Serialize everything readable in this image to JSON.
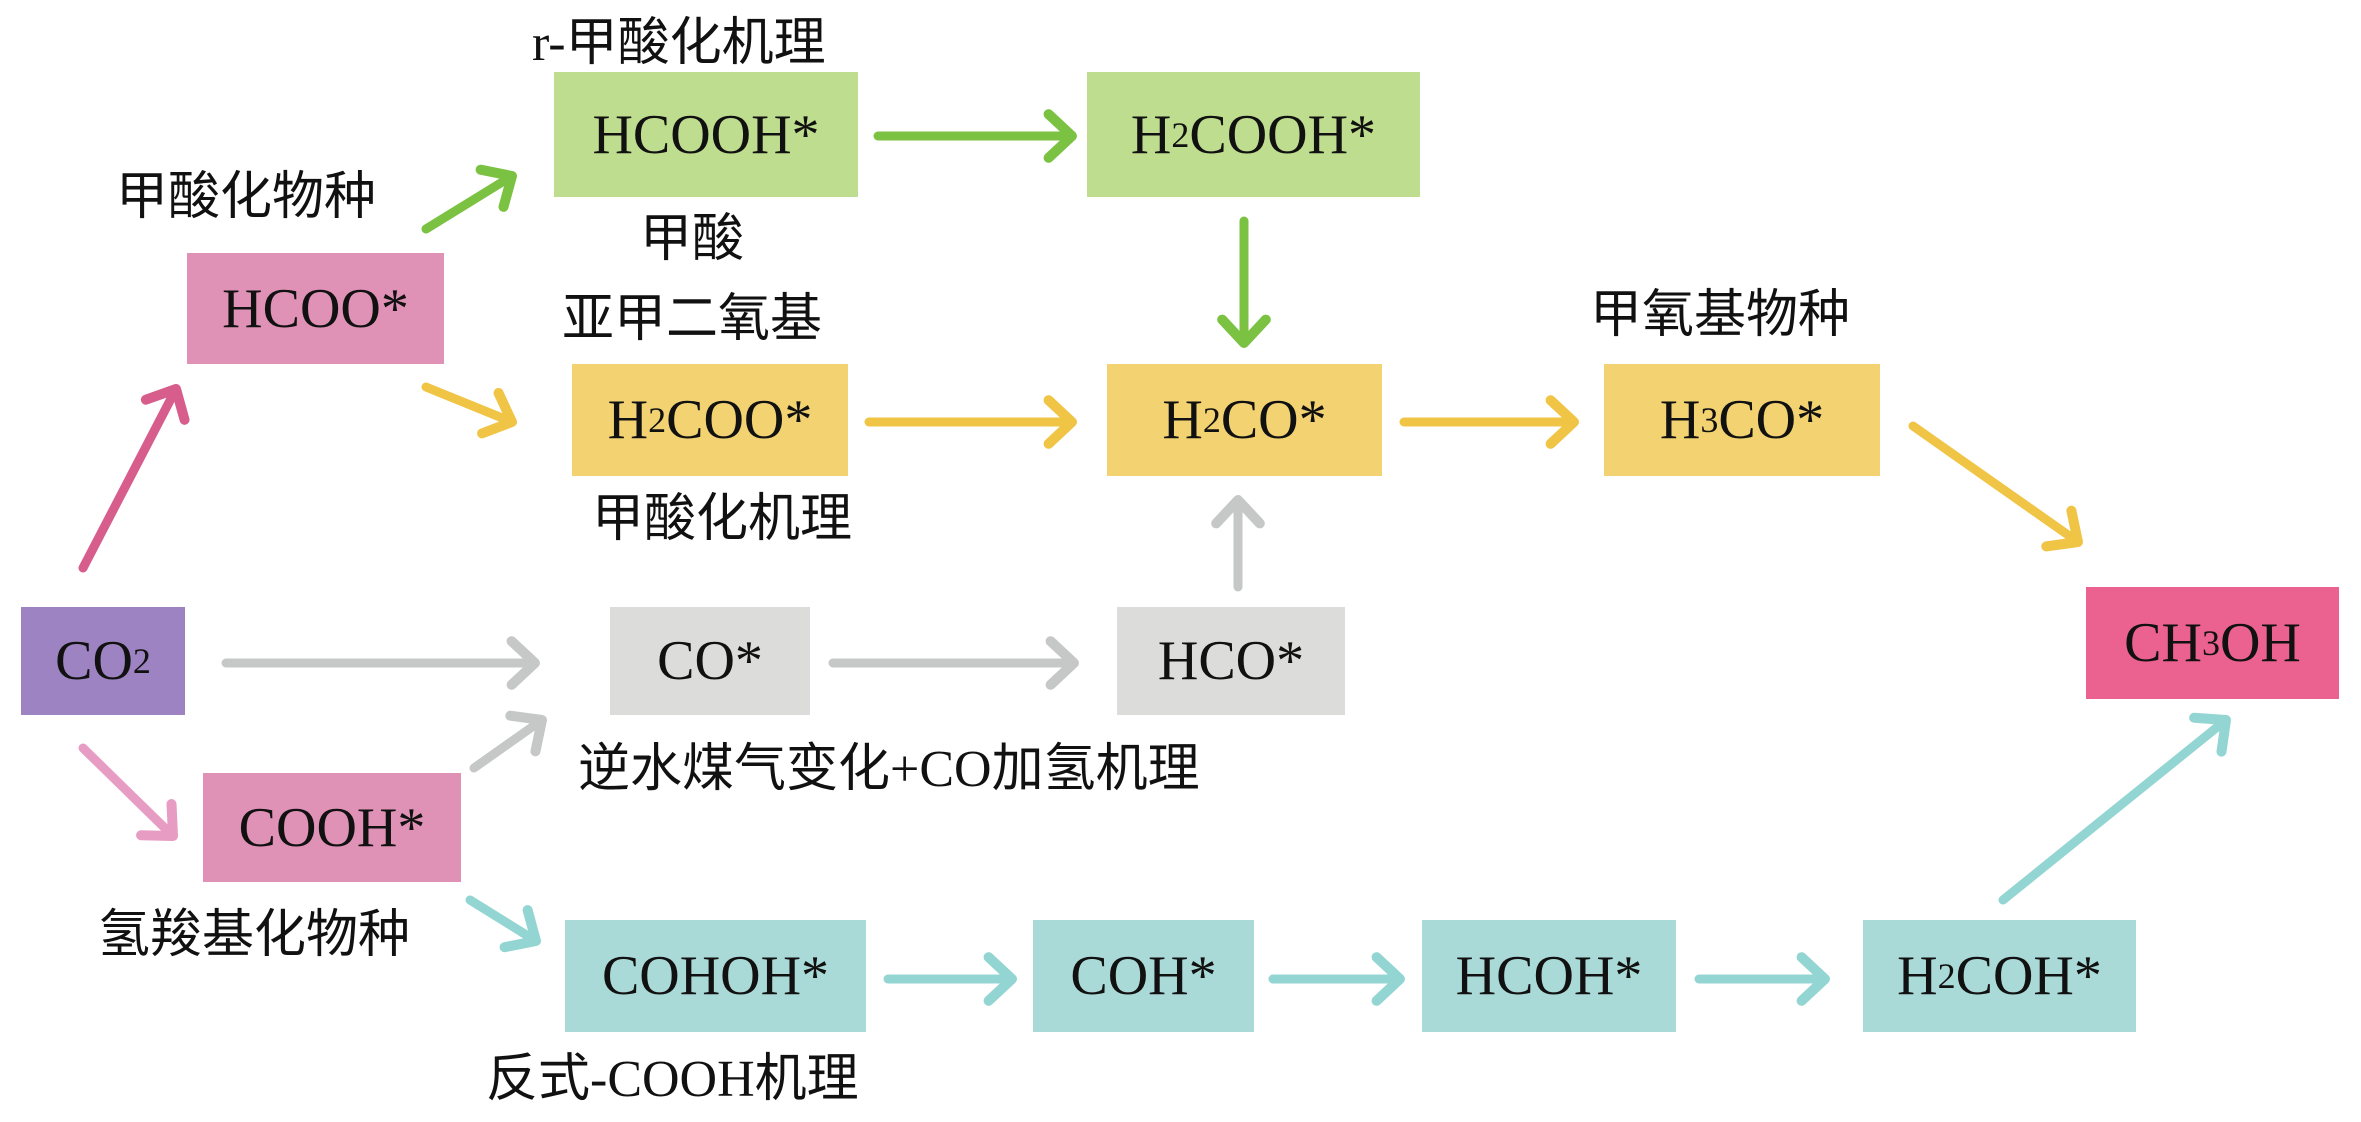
{
  "colors": {
    "green_box": "#bfdd8f",
    "pink_box": "#df91b6",
    "yellow_box": "#f3d272",
    "grey_box": "#dcdcdb",
    "teal_box": "#aadad8",
    "purple_box": "#9d83c1",
    "methanol_box": "#eb6291",
    "green_arrow": "#7cc242",
    "pink_arrow": "#d75e8c",
    "light_pink_arrow": "#e79cc3",
    "yellow_arrow": "#f0c445",
    "grey_arrow": "#c5c8c7",
    "teal_arrow": "#93d5d2"
  },
  "species": {
    "hcooh": {
      "pre": "HCOOH*",
      "sub": "",
      "post": ""
    },
    "h2cooh": {
      "pre": "H",
      "sub": "2",
      "post": "COOH*"
    },
    "hcoo": {
      "pre": "HCOO*",
      "sub": "",
      "post": ""
    },
    "h2coo": {
      "pre": "H",
      "sub": "2",
      "post": "COO*"
    },
    "h2co": {
      "pre": "H",
      "sub": "2",
      "post": "CO*"
    },
    "h3co": {
      "pre": "H",
      "sub": "3",
      "post": "CO*"
    },
    "ch3oh": {
      "pre": "CH",
      "sub": "3",
      "post": "OH"
    },
    "co2": {
      "pre": "CO",
      "sub": "2",
      "post": ""
    },
    "co": {
      "pre": "CO*",
      "sub": "",
      "post": ""
    },
    "hco": {
      "pre": "HCO*",
      "sub": "",
      "post": ""
    },
    "cooh": {
      "pre": "COOH*",
      "sub": "",
      "post": ""
    },
    "cohoh": {
      "pre": "COHOH*",
      "sub": "",
      "post": ""
    },
    "coh": {
      "pre": "COH*",
      "sub": "",
      "post": ""
    },
    "hcoh": {
      "pre": "HCOH*",
      "sub": "",
      "post": ""
    },
    "h2coh": {
      "pre": "H",
      "sub": "2",
      "post": "COH*"
    }
  },
  "labels": {
    "r_formate_mechanism": "r-甲酸化机理",
    "formate_species": "甲酸化物种",
    "formic_acid": "甲酸",
    "methylenedioxy": "亚甲二氧基",
    "formate_mechanism": "甲酸化机理",
    "methoxy_species": "甲氧基物种",
    "rwgs_co_hydrogenation": "逆水煤气变化+CO加氢机理",
    "carboxyl_species": "氢羧基化物种",
    "trans_cooh_mechanism": "反式-COOH机理"
  }
}
